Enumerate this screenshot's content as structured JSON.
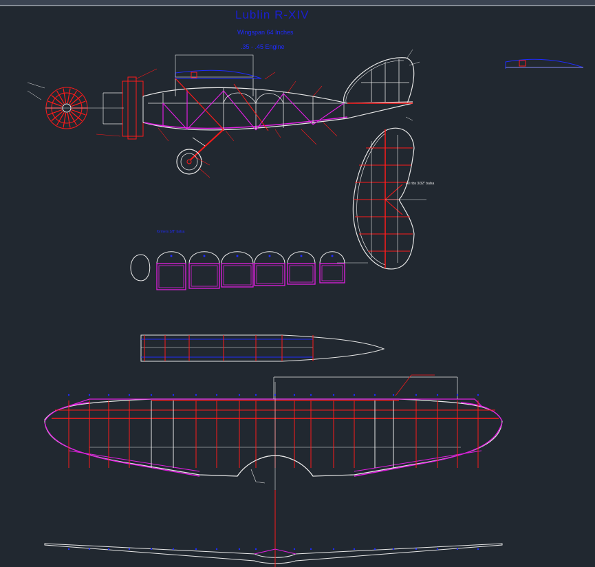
{
  "drawing": {
    "title": "Lublin R-XIV",
    "wingspan": "Wingspan 64 Inches",
    "engine": ".35 - .45 Engine",
    "rib_note": "All ribs 3/32\" balsa",
    "formers_note": "formers 1/8\" balsa"
  },
  "colors": {
    "background": "#212830",
    "structure_white": "#e8e8e8",
    "structure_red": "#ff1a1a",
    "structure_magenta": "#e01ee0",
    "dimension_blue": "#1f2bff",
    "toolbar": "#3b4452"
  }
}
